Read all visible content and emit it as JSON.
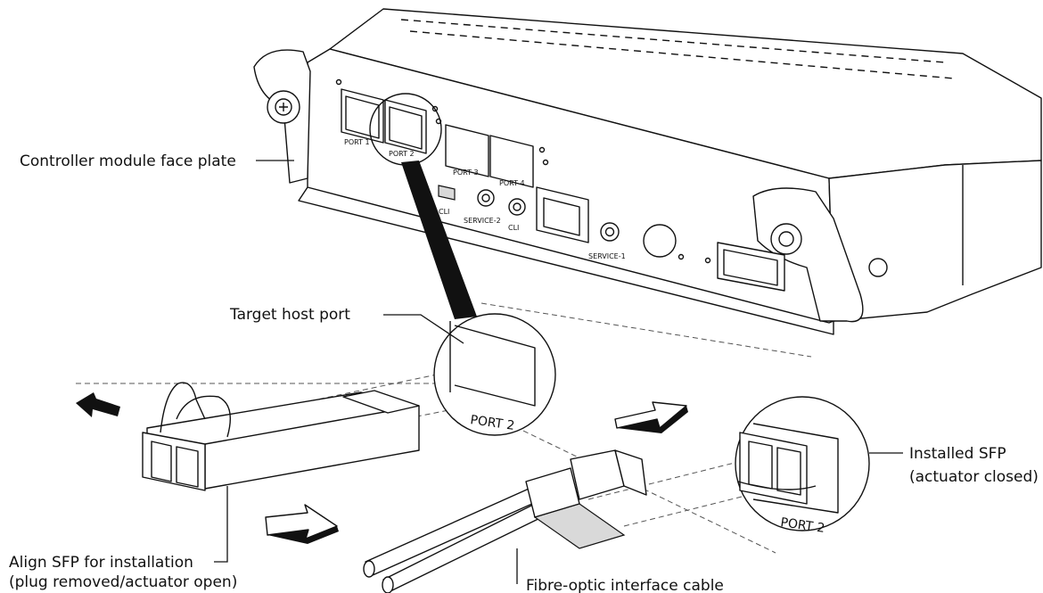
{
  "callouts": {
    "faceplate": "Controller module face plate",
    "target_port": "Target host port",
    "align_line1": "Align SFP for installation",
    "align_line2": "(plug removed/actuator open)",
    "installed_line1": "Installed SFP",
    "installed_line2": "(actuator closed)",
    "cable": "Fibre-optic interface cable"
  },
  "panel_labels": {
    "port1": "PORT 1",
    "port2": "PORT 2",
    "port3": "PORT 3",
    "port4": "PORT 4",
    "service2": "SERVICE-2",
    "service1": "SERVICE-1",
    "cli_a": "CLI",
    "cli_b": "CLI"
  },
  "zoom_labels": {
    "target_port_label": "PORT 2",
    "installed_port_label": "PORT 2"
  }
}
